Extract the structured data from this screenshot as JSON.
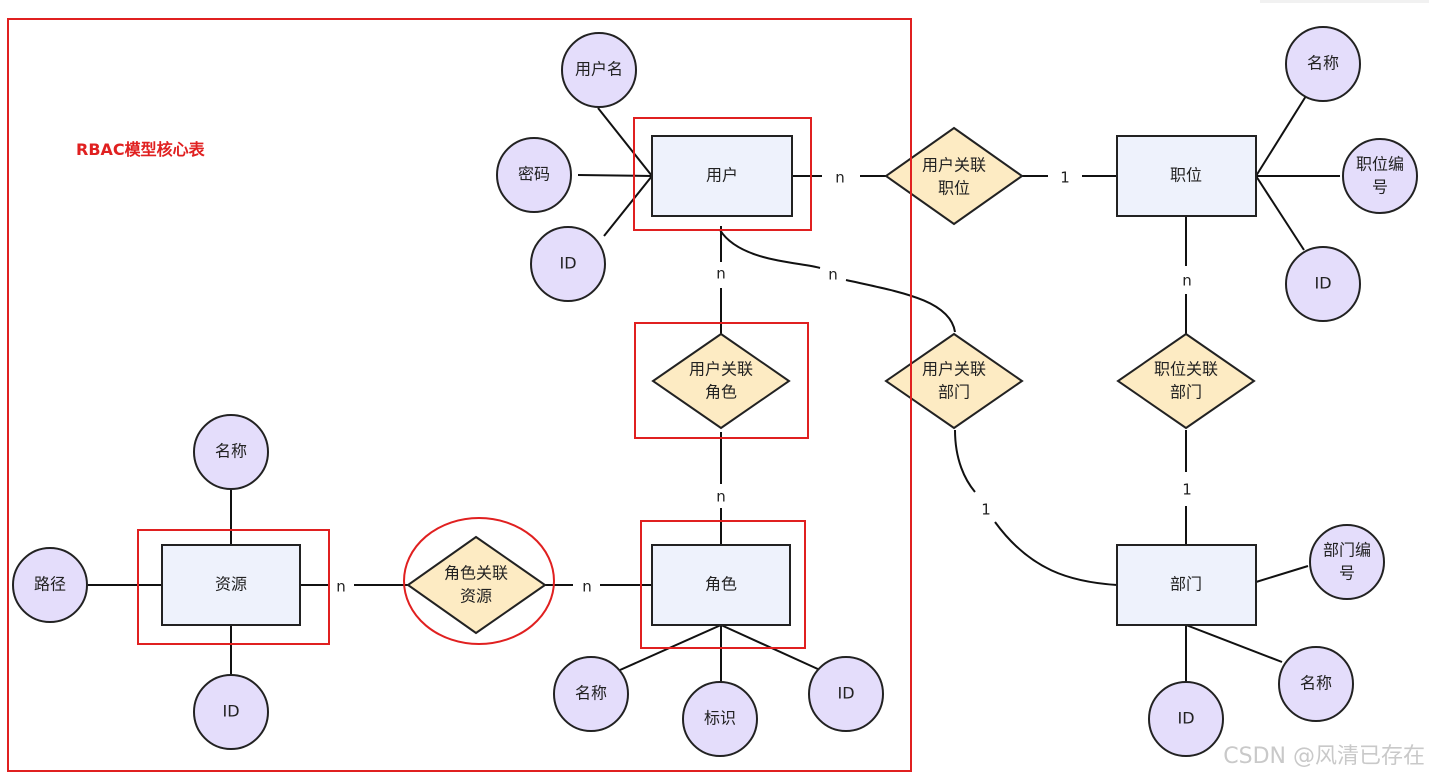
{
  "title": "RBAC模型核心表",
  "watermark": "CSDN @风清已存在",
  "entities": {
    "user": "用户",
    "position": "职位",
    "role": "角色",
    "resource": "资源",
    "department": "部门"
  },
  "relations": {
    "user_position": [
      "用户关联",
      "职位"
    ],
    "user_role": [
      "用户关联",
      "角色"
    ],
    "user_department": [
      "用户关联",
      "部门"
    ],
    "position_department": [
      "职位关联",
      "部门"
    ],
    "role_resource": [
      "角色关联",
      "资源"
    ]
  },
  "attributes": {
    "user_name": "用户名",
    "user_password": "密码",
    "user_id": "ID",
    "position_name": "名称",
    "position_code": [
      "职位编",
      "号"
    ],
    "position_id": "ID",
    "resource_name": "名称",
    "resource_path": "路径",
    "resource_id": "ID",
    "role_name": "名称",
    "role_tag": "标识",
    "role_id": "ID",
    "department_code": [
      "部门编",
      "号"
    ],
    "department_name": "名称",
    "department_id": "ID"
  },
  "cardinalities": {
    "user_to_user_position": "n",
    "position_to_user_position": "1",
    "user_to_user_role": "n",
    "role_to_user_role": "n",
    "user_to_user_department": "n",
    "department_to_user_department": "1",
    "position_to_position_department": "n",
    "department_to_position_department": "1",
    "resource_to_role_resource": "n",
    "role_to_role_resource": "n"
  },
  "colors": {
    "highlight": "#e02020",
    "entity_fill": "#eef2fc",
    "relation_fill": "#fdebc3",
    "attribute_fill": "#e4ddfb"
  }
}
